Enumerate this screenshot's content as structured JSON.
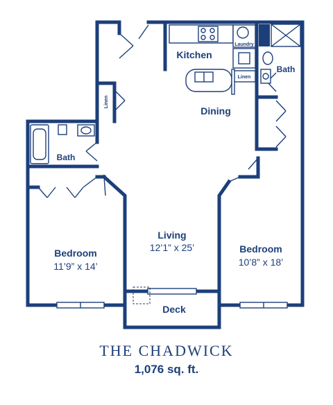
{
  "colors": {
    "ink": "#1c3f7a",
    "background": "#ffffff"
  },
  "rooms": {
    "kitchen": {
      "name": "Kitchen"
    },
    "dining": {
      "name": "Dining"
    },
    "living": {
      "name": "Living",
      "dimensions": "12’1” x 25’"
    },
    "bedroom_left": {
      "name": "Bedroom",
      "dimensions": "11’9” x 14’"
    },
    "bedroom_right": {
      "name": "Bedroom",
      "dimensions": "10’8” x 18’"
    },
    "bath_left": {
      "name": "Bath"
    },
    "bath_right": {
      "name": "Bath"
    },
    "deck": {
      "name": "Deck"
    }
  },
  "fixtures": {
    "laundry": "Laundry",
    "linen_kitchen": "Linen",
    "linen_hall": "Linen"
  },
  "plan": {
    "title": "THE CHADWICK",
    "area": "1,076 sq. ft."
  }
}
